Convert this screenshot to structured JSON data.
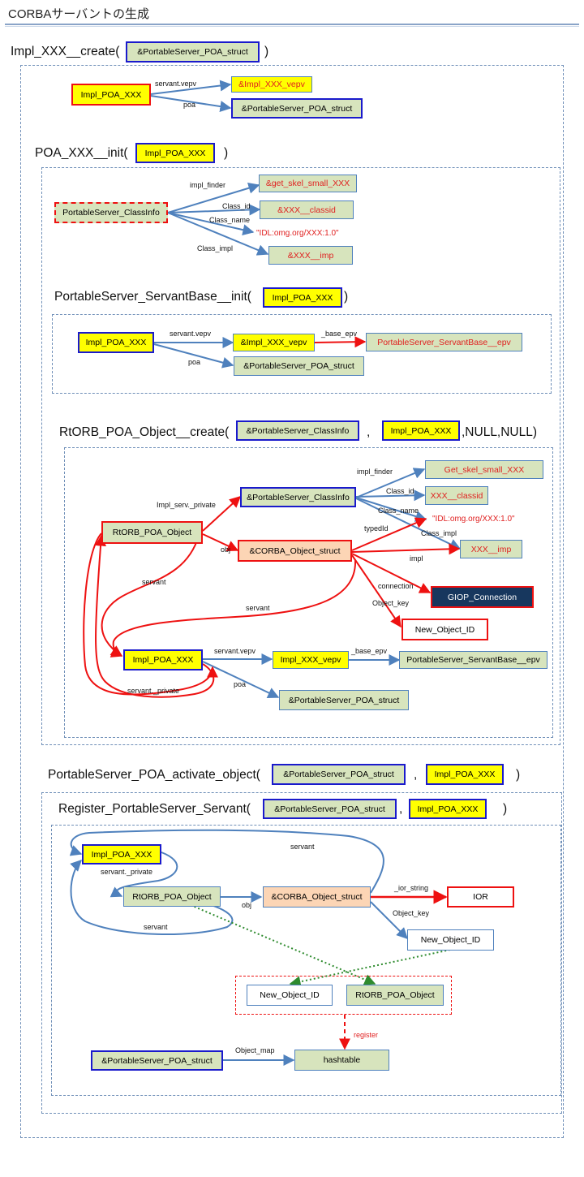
{
  "title": "CORBAサーバントの生成",
  "func_create": {
    "prefix": "Impl_XXX__create(",
    "arg": "&PortableServer_POA_struct",
    "suffix": ")"
  },
  "s1": {
    "src": "Impl_POA_XXX",
    "e1": "servant.vepv",
    "t1": "&Impl_XXX_vepv",
    "e2": "poa",
    "t2": "&PortableServer_POA_struct"
  },
  "func_init": {
    "prefix": "POA_XXX__init(",
    "arg": "Impl_POA_XXX",
    "suffix": ")"
  },
  "s2": {
    "src": "PortableServer_ClassInfo",
    "e1": "impl_finder",
    "t1": "&get_skel_small_XXX",
    "e2": "Class_id",
    "t2": "&XXX__classid",
    "e3": "Class_name",
    "t3": "\"IDL:omg.org/XXX:1.0\"",
    "e4": "Class_impl",
    "t4": "&XXX__imp"
  },
  "func_sbinit": {
    "prefix": "PortableServer_ServantBase__init(",
    "arg": "Impl_POA_XXX",
    "suffix": ")"
  },
  "s3": {
    "src": "Impl_POA_XXX",
    "e1": "servant.vepv",
    "t1": "&Impl_XXX_vepv",
    "e2": "_base_epv",
    "t2": "PortableServer_ServantBase__epv",
    "e3": "poa",
    "t3": "&PortableServer_POA_struct"
  },
  "func_rt": {
    "prefix": "RtORB_POA_Object__create(",
    "arg1": "&PortableServer_ClassInfo",
    "comma": ",",
    "arg2": "Impl_POA_XXX",
    "suffix": ",NULL,NULL)"
  },
  "s4": {
    "rtorb": "RtORB_POA_Object",
    "classinfo": "&PortableServer_ClassInfo",
    "corba": "&CORBA_Object_struct",
    "getskel": "Get_skel_small_XXX",
    "classid": "XXX__classid",
    "idl": "\"IDL:omg.org/XXX:1.0\"",
    "imp": "XXX__imp",
    "giop": "GIOP_Connection",
    "newid": "New_Object_ID",
    "impl": "Impl_POA_XXX",
    "vepv": "Impl_XXX_vepv",
    "sbepv": "PortableServer_ServantBase__epv",
    "poa": "&PortableServer_POA_struct",
    "l_implserv": "Impl_serv._private",
    "l_obj": "obj",
    "l_implfinder": "impl_finder",
    "l_classid": "Class_id",
    "l_classname": "Class_name",
    "l_typedid": "typedId",
    "l_classimpl": "Class_impl",
    "l_impl": "impl",
    "l_connection": "connection",
    "l_objkey": "Object_key",
    "l_servant1": "servant",
    "l_servant2": "servant",
    "l_servantvepv": "servant.vepv",
    "l_baseepv": "_base_epv",
    "l_poa": "poa",
    "l_servpriv": "servant._private"
  },
  "func_act": {
    "prefix": "PortableServer_POA_activate_object(",
    "arg1": "&PortableServer_POA_struct",
    "comma": ",",
    "arg2": "Impl_POA_XXX",
    "suffix": ")"
  },
  "func_reg": {
    "prefix": "Register_PortableServer_Servant(",
    "arg1": "&PortableServer_POA_struct",
    "comma": ",",
    "arg2": "Impl_POA_XXX",
    "suffix": ")"
  },
  "s5": {
    "impl": "Impl_POA_XXX",
    "rtorb": "RtORB_POA_Object",
    "corba": "&CORBA_Object_struct",
    "ior": "IOR",
    "newid": "New_Object_ID",
    "newid2": "New_Object_ID",
    "rtorb2": "RtORB_POA_Object",
    "poa": "&PortableServer_POA_struct",
    "hashtable": "hashtable",
    "l_servant_top": "servant",
    "l_servpriv": "servant._private",
    "l_obj": "obj",
    "l_servant_bot": "servant",
    "l_ior": "_ior_string",
    "l_objkey": "Object_key",
    "l_register": "register",
    "l_objmap": "Object_map"
  },
  "colors": {
    "blue_line": "#4f81bd",
    "red_line": "#ee1111",
    "green_dot": "#2e8b2e",
    "dash_border": "#6f8fb8"
  }
}
